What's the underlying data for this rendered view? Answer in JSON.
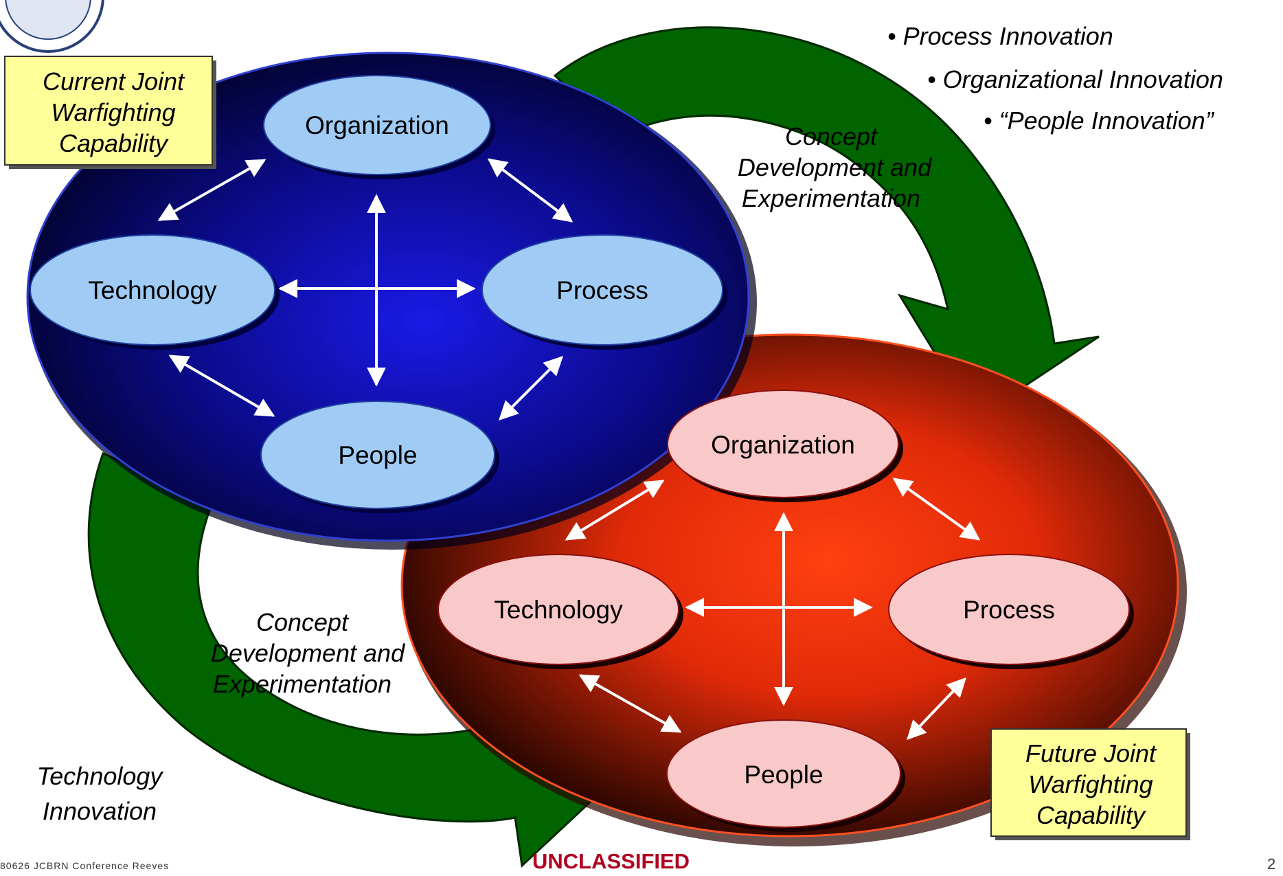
{
  "current": {
    "label_lines": [
      "Current Joint",
      "Warfighting",
      "Capability"
    ],
    "nodes": {
      "organization": "Organization",
      "technology": "Technology",
      "process": "Process",
      "people": "People"
    }
  },
  "future": {
    "label_lines": [
      "Future Joint",
      "Warfighting",
      "Capability"
    ],
    "nodes": {
      "organization": "Organization",
      "technology": "Technology",
      "process": "Process",
      "people": "People"
    }
  },
  "cde_upper_lines": [
    "Concept",
    "Development and",
    "Experimentation"
  ],
  "cde_lower_lines": [
    "Concept",
    "Development and",
    "Experimentation"
  ],
  "innovations": [
    "• Process Innovation",
    "• Organizational Innovation",
    "• “People Innovation”"
  ],
  "technology_innovation_lines": [
    "Technology",
    "Innovation"
  ],
  "footer": {
    "left": "80626  JCBRN  Conference  Reeves",
    "center": "UNCLASSIFIED",
    "right": "2"
  },
  "colors": {
    "current_ellipse": "#0a0a6a",
    "future_ellipse": "#cc2a08",
    "arrow_green": "#006400",
    "node_blue": "#9fcbf5",
    "node_pink": "#f9c8c8",
    "label_box": "#ffff99"
  }
}
